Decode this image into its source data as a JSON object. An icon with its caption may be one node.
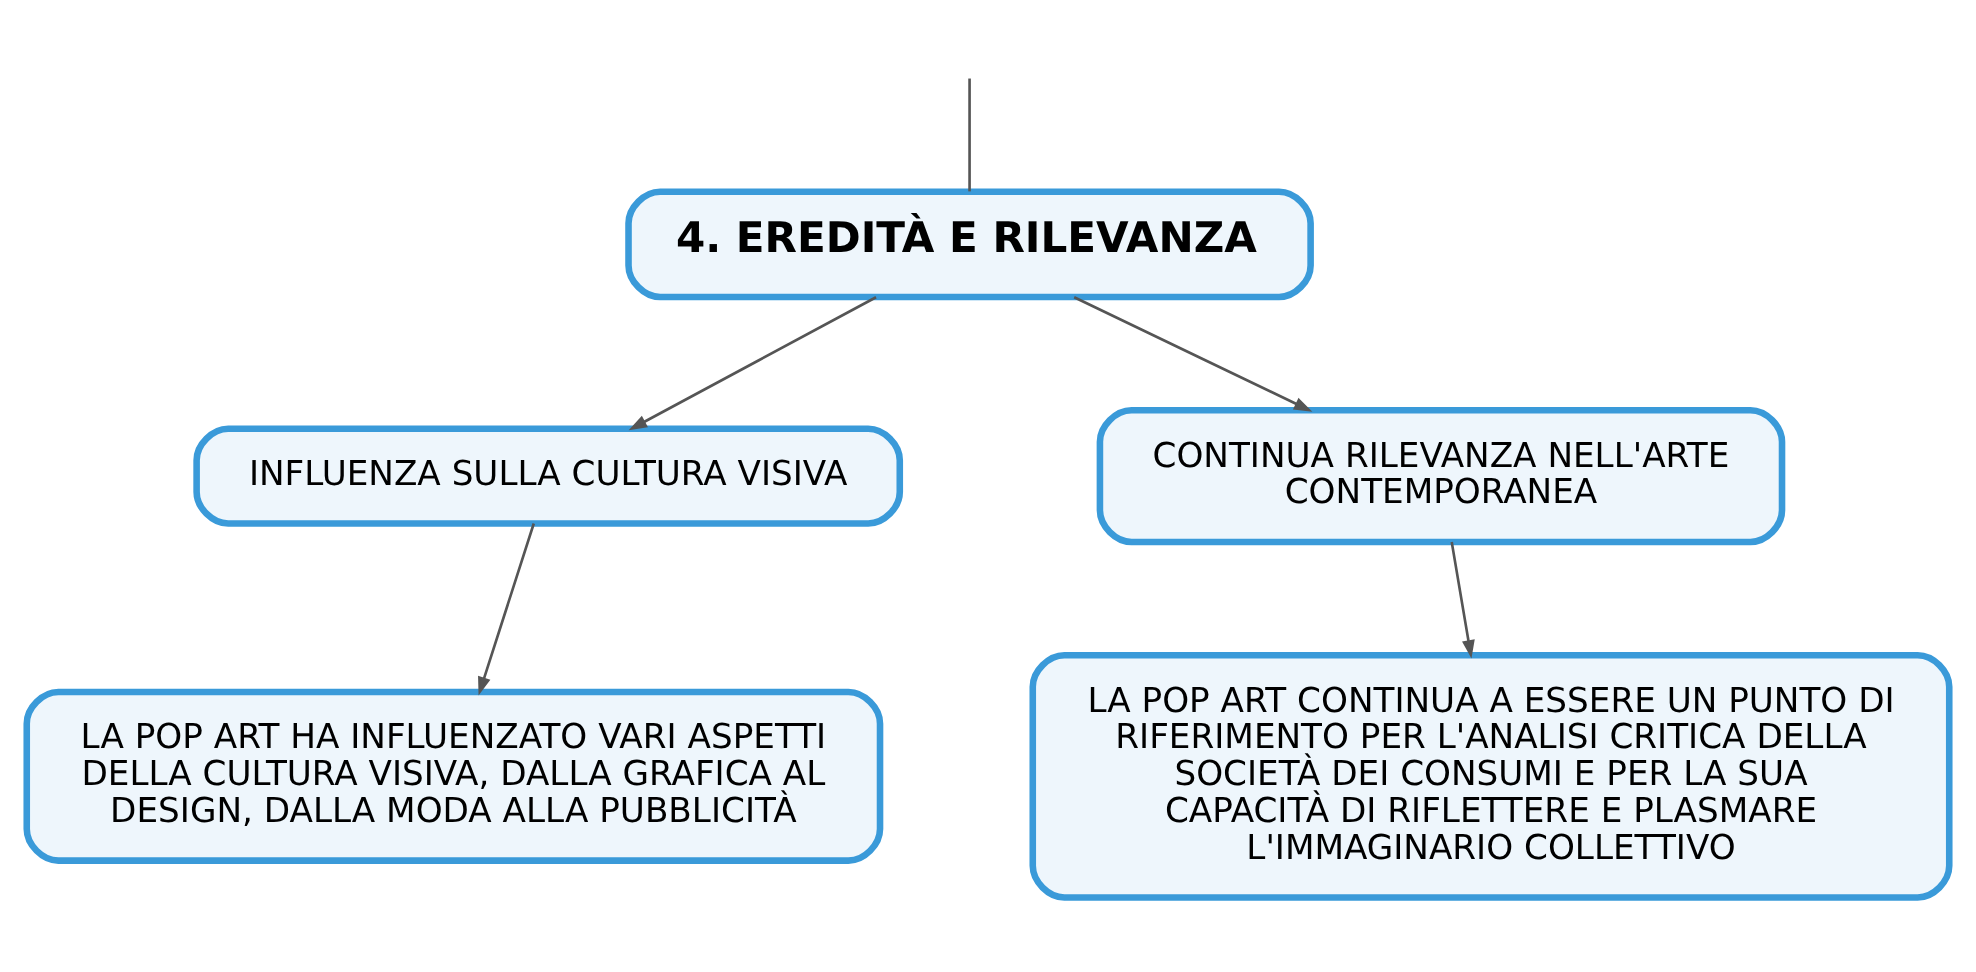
{
  "diagram": {
    "nodes": [
      {
        "text": [
          "4. EREDITÀ E RILEVANZA"
        ]
      },
      {
        "text": [
          "INFLUENZA SULLA CULTURA VISIVA"
        ]
      },
      {
        "text": [
          "CONTINUA RILEVANZA NELL'ARTE CONTEMPORANEA"
        ]
      },
      {
        "text": [
          "LA POP ART HA INFLUENZATO VARI ASPETTI DELLA CULTURA VISIVA, DALLA GRAFICA AL DESIGN, DALLA MODA ALLA PUBBLICITÀ"
        ]
      },
      {
        "text": [
          "LA POP ART CONTINUA A ESSERE UN PUNTO DI RIFERIMENTO PER L'ANALISI CRITICA DELLA SOCIETÀ DEI CONSUMI E PER LA SUA CAPACITÀ DI RIFLETTERE E PLASMARE L'IMMAGINARIO COLLETTIVO"
        ]
      }
    ],
    "edges": [
      {
        "from": null,
        "to": 0,
        "arrow": "none"
      },
      {
        "from": 0,
        "to": 1,
        "arrow": "to"
      },
      {
        "from": 0,
        "to": 2,
        "arrow": "to"
      },
      {
        "from": 1,
        "to": 3,
        "arrow": "to"
      },
      {
        "from": 2,
        "to": 4,
        "arrow": "to"
      }
    ]
  }
}
